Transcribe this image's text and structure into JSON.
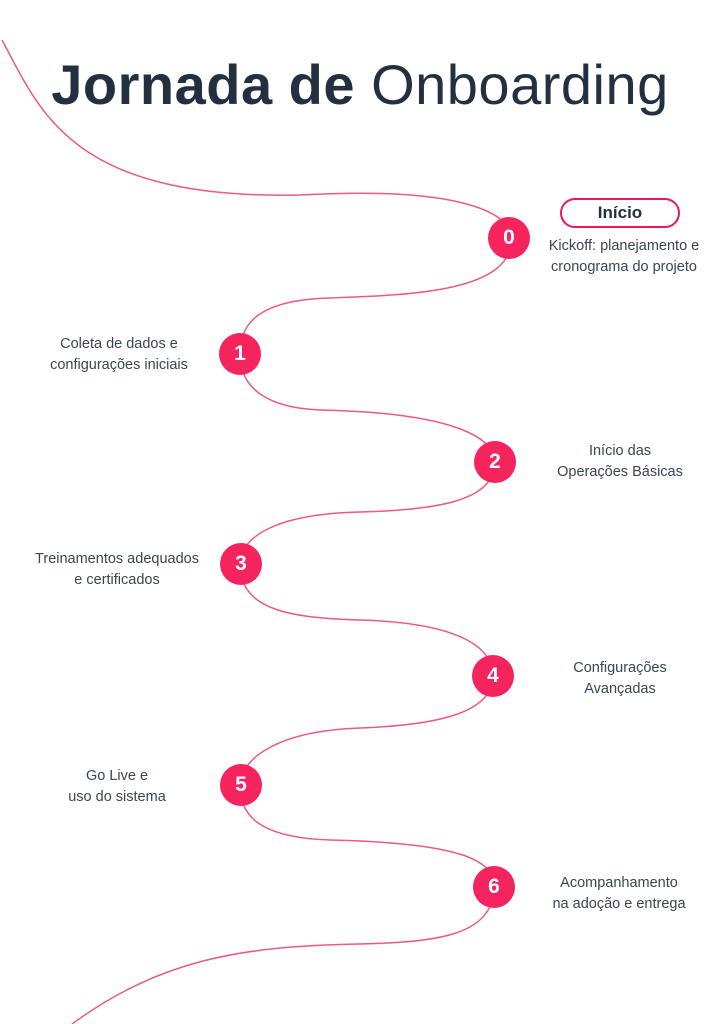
{
  "title": {
    "strong": "Jornada de",
    "light": "Onboarding"
  },
  "start_badge": "Início",
  "accent_color": "#f5245f",
  "path_color": "#ec5a7f",
  "text_color": "#22303f",
  "steps": [
    {
      "number": "0",
      "lines": [
        "Kickoff: planejamento e",
        "cronograma do projeto"
      ]
    },
    {
      "number": "1",
      "lines": [
        "Coleta de dados e",
        "configurações iniciais"
      ]
    },
    {
      "number": "2",
      "lines": [
        "Início das",
        "Operações Básicas"
      ]
    },
    {
      "number": "3",
      "lines": [
        "Treinamentos adequados",
        "e certificados"
      ]
    },
    {
      "number": "4",
      "lines": [
        "Configurações",
        "Avançadas"
      ]
    },
    {
      "number": "5",
      "lines": [
        "Go Live e",
        "uso do sistema"
      ]
    },
    {
      "number": "6",
      "lines": [
        "Acompanhamento",
        "na adoção e entrega"
      ]
    }
  ]
}
